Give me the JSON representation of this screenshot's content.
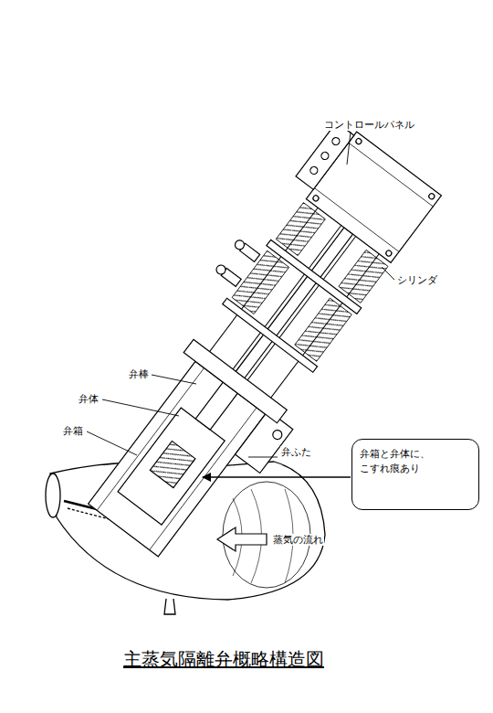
{
  "diagram": {
    "title": "主蒸気隔離弁概略構造図",
    "nodes": [
      {
        "text": [
          "弁箱と弁体に、 こすれ痕あり"
        ]
      }
    ],
    "labels": [
      "コントロールパネル",
      "シリンダ",
      "弁棒",
      "弁体",
      "弁箱",
      "弁ふた",
      "蒸気の流れ"
    ]
  }
}
